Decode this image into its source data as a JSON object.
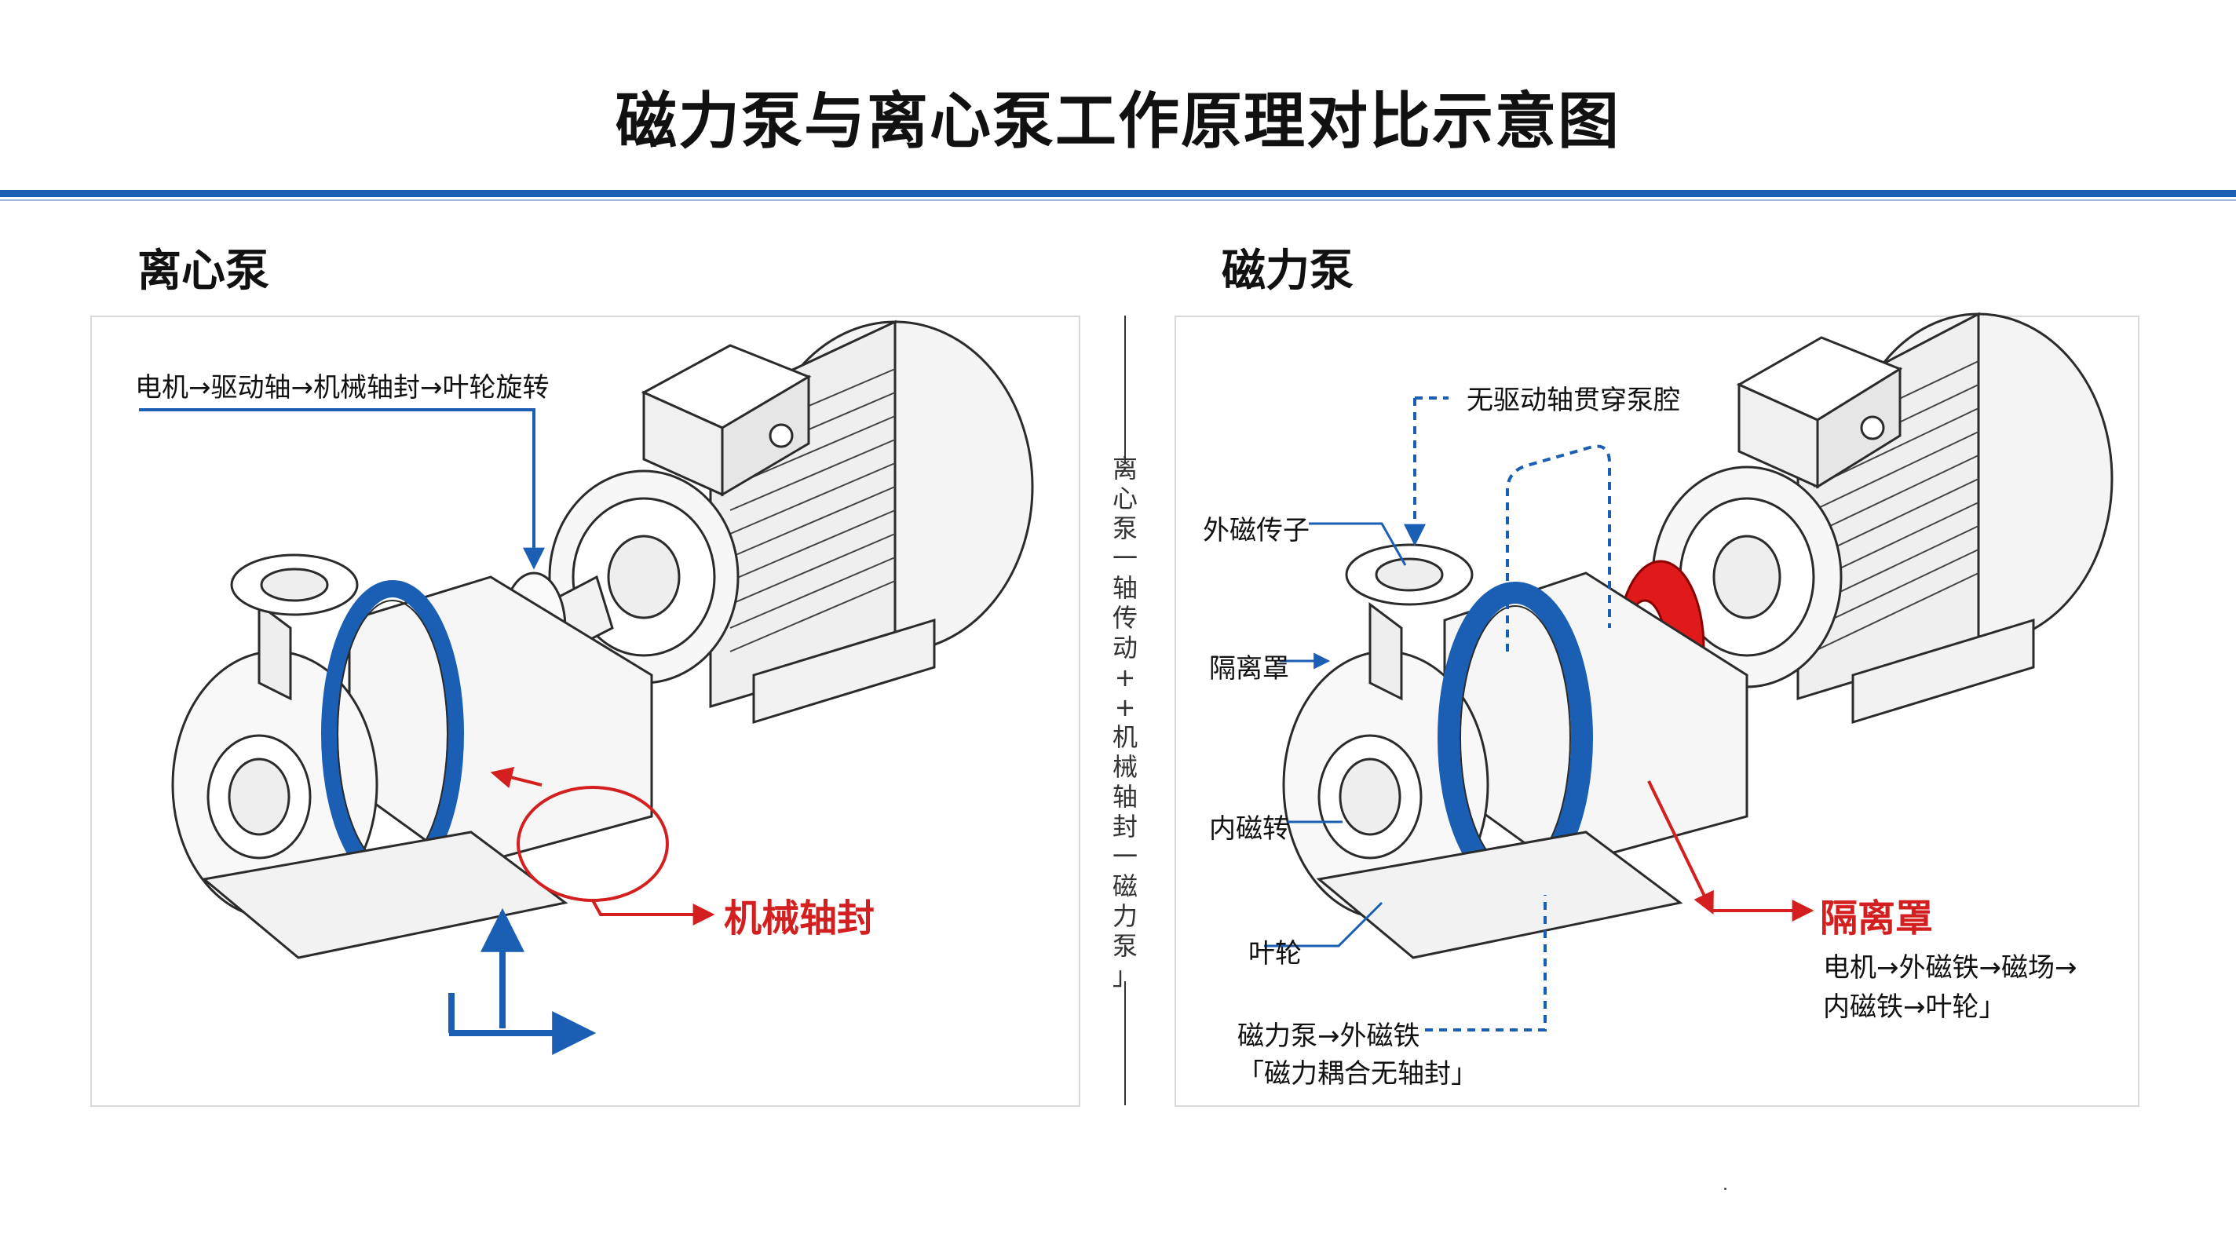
{
  "title": "磁力泵与离心泵工作原理对比示意图",
  "left": {
    "heading": "离心泵",
    "flow_text": "电机→驱动轴→机械轴封→叶轮旋转",
    "seal_label": "机械轴封"
  },
  "right": {
    "heading": "磁力泵",
    "no_shaft_text": "无驱动轴贯穿泵腔",
    "outer_rotor": "外磁传子",
    "shroud": "隔离罩",
    "inner_rotor": "内磁转",
    "impeller": "叶轮",
    "shroud_callout": "隔离罩",
    "flow_line1": "电机→外磁铁→磁场→",
    "flow_line2": "内磁铁→叶轮」",
    "bottom_line1": "磁力泵→外磁铁",
    "bottom_line2": "「磁力耦合无轴封」"
  },
  "divider_text": [
    "离",
    "心",
    "泵",
    "一",
    "轴",
    "传",
    "动",
    "+",
    "+",
    "机",
    "械",
    "轴",
    "封",
    "一",
    "磁",
    "力",
    "泵",
    "」"
  ],
  "colors": {
    "accent_blue": "#1a5fb4",
    "seal_red": "#d31f1f",
    "line": "#2b2b2b"
  }
}
